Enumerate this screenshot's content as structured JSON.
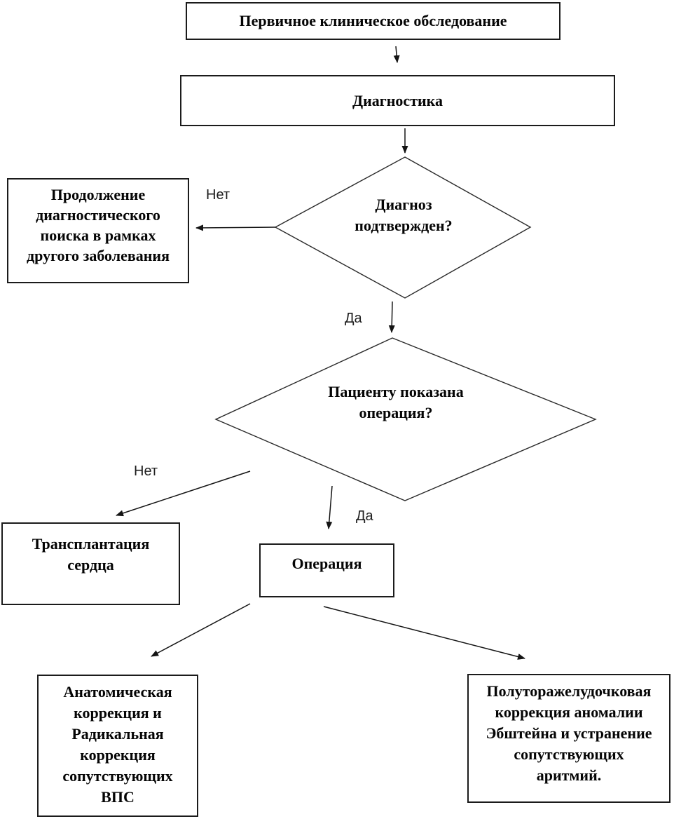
{
  "diagram": {
    "type": "flowchart",
    "language": "ru",
    "colors": {
      "background": "#ffffff",
      "stroke": "#1b1b1b",
      "text": "#050505"
    },
    "nodes": {
      "primary": {
        "shape": "rectangle",
        "label": "Первичное клиническое обследование"
      },
      "diagnostics": {
        "shape": "rectangle",
        "label": "Диагностика"
      },
      "diagnosis_confirmed": {
        "shape": "diamond",
        "label": "Диагноз\nподтвержден?"
      },
      "continue_search": {
        "shape": "rectangle",
        "label": "Продолжение\nдиагностического\nпоиска в рамках\nдругого заболевания"
      },
      "surgery_indicated": {
        "shape": "diamond",
        "label": "Пациенту показана\nоперация?"
      },
      "transplant": {
        "shape": "rectangle",
        "label": "Трансплантация\nсердца"
      },
      "operation": {
        "shape": "rectangle",
        "label": "Операция"
      },
      "anatomic_correction": {
        "shape": "rectangle",
        "label": "Анатомическая\nкоррекция и\nРадикальная\nкоррекция\nсопутствующих\nВПС"
      },
      "one_and_half_correction": {
        "shape": "rectangle",
        "label": "Полуторажелудочковая\nкоррекция аномалии\nЭбштейна и устранение\nсопутствующих\nаритмий."
      }
    },
    "edge_labels": {
      "no1": "Нет",
      "yes1": "Да",
      "no2": "Нет",
      "yes2": "Да"
    },
    "edges": [
      {
        "from": "primary",
        "to": "diagnostics",
        "label": ""
      },
      {
        "from": "diagnostics",
        "to": "diagnosis_confirmed",
        "label": ""
      },
      {
        "from": "diagnosis_confirmed",
        "to": "continue_search",
        "label": "Нет"
      },
      {
        "from": "diagnosis_confirmed",
        "to": "surgery_indicated",
        "label": "Да"
      },
      {
        "from": "surgery_indicated",
        "to": "transplant",
        "label": "Нет"
      },
      {
        "from": "surgery_indicated",
        "to": "operation",
        "label": "Да"
      },
      {
        "from": "operation",
        "to": "anatomic_correction",
        "label": ""
      },
      {
        "from": "operation",
        "to": "one_and_half_correction",
        "label": ""
      }
    ]
  }
}
